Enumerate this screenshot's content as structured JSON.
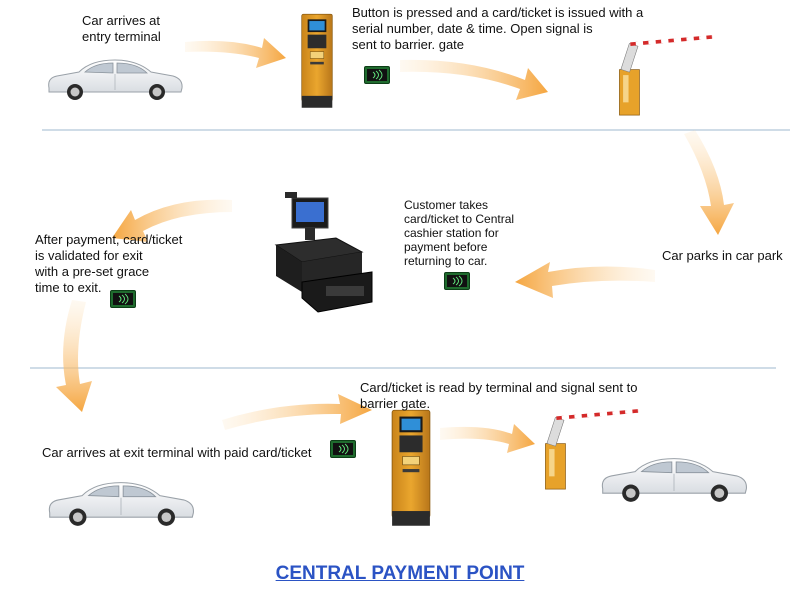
{
  "steps": {
    "entry_arrival": "Car arrives at\nentry terminal",
    "ticket_issued": "Button is pressed and a card/ticket is issued with a\nserial number, date & time. Open signal  is\nsent to barrier. gate",
    "car_parks": "Car parks in car park",
    "customer_takes": "Customer  takes\ncard/ticket to Central\ncashier station for\npayment before\nreturning to car.",
    "after_payment": "After payment, card/ticket\nis validated for exit\nwith a pre-set grace\ntime to exit.",
    "exit_arrival": "Car arrives at exit terminal with paid card/ticket",
    "card_read": "Card/ticket is read by terminal and signal sent to\nbarrier gate."
  },
  "title": "CENTRAL PAYMENT POINT",
  "colors": {
    "arrow": "#f5a640",
    "terminal": "#e09a1e",
    "barrier_box": "#e7a22a",
    "divider": "#9fb8cf",
    "title": "#2b53c4",
    "card": "#2f7a3b"
  },
  "icons": [
    "car-icon",
    "entry-terminal-icon",
    "barrier-gate-icon",
    "card-ticket-icon",
    "cash-register-icon",
    "exit-terminal-icon",
    "flow-arrow-icon"
  ]
}
